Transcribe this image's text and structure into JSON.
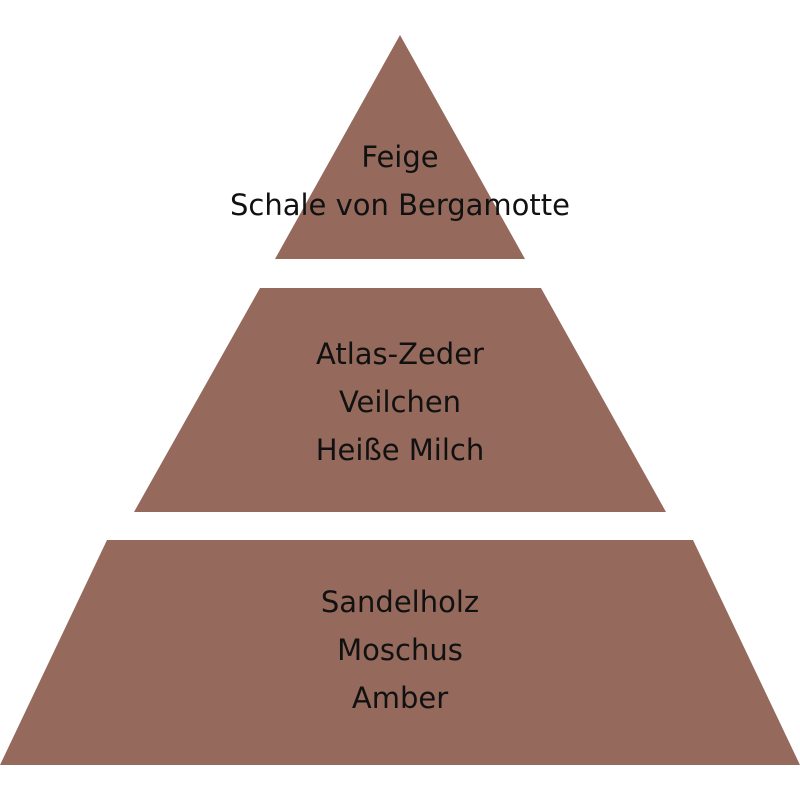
{
  "colors": {
    "tier_fill": "#956a5c",
    "text": "#111111"
  },
  "pyramid": {
    "top": [
      "Feige",
      "Schale von Bergamotte"
    ],
    "middle": [
      "Atlas-Zeder",
      "Veilchen",
      "Heiße Milch"
    ],
    "base": [
      "Sandelholz",
      "Moschus",
      "Amber"
    ]
  }
}
